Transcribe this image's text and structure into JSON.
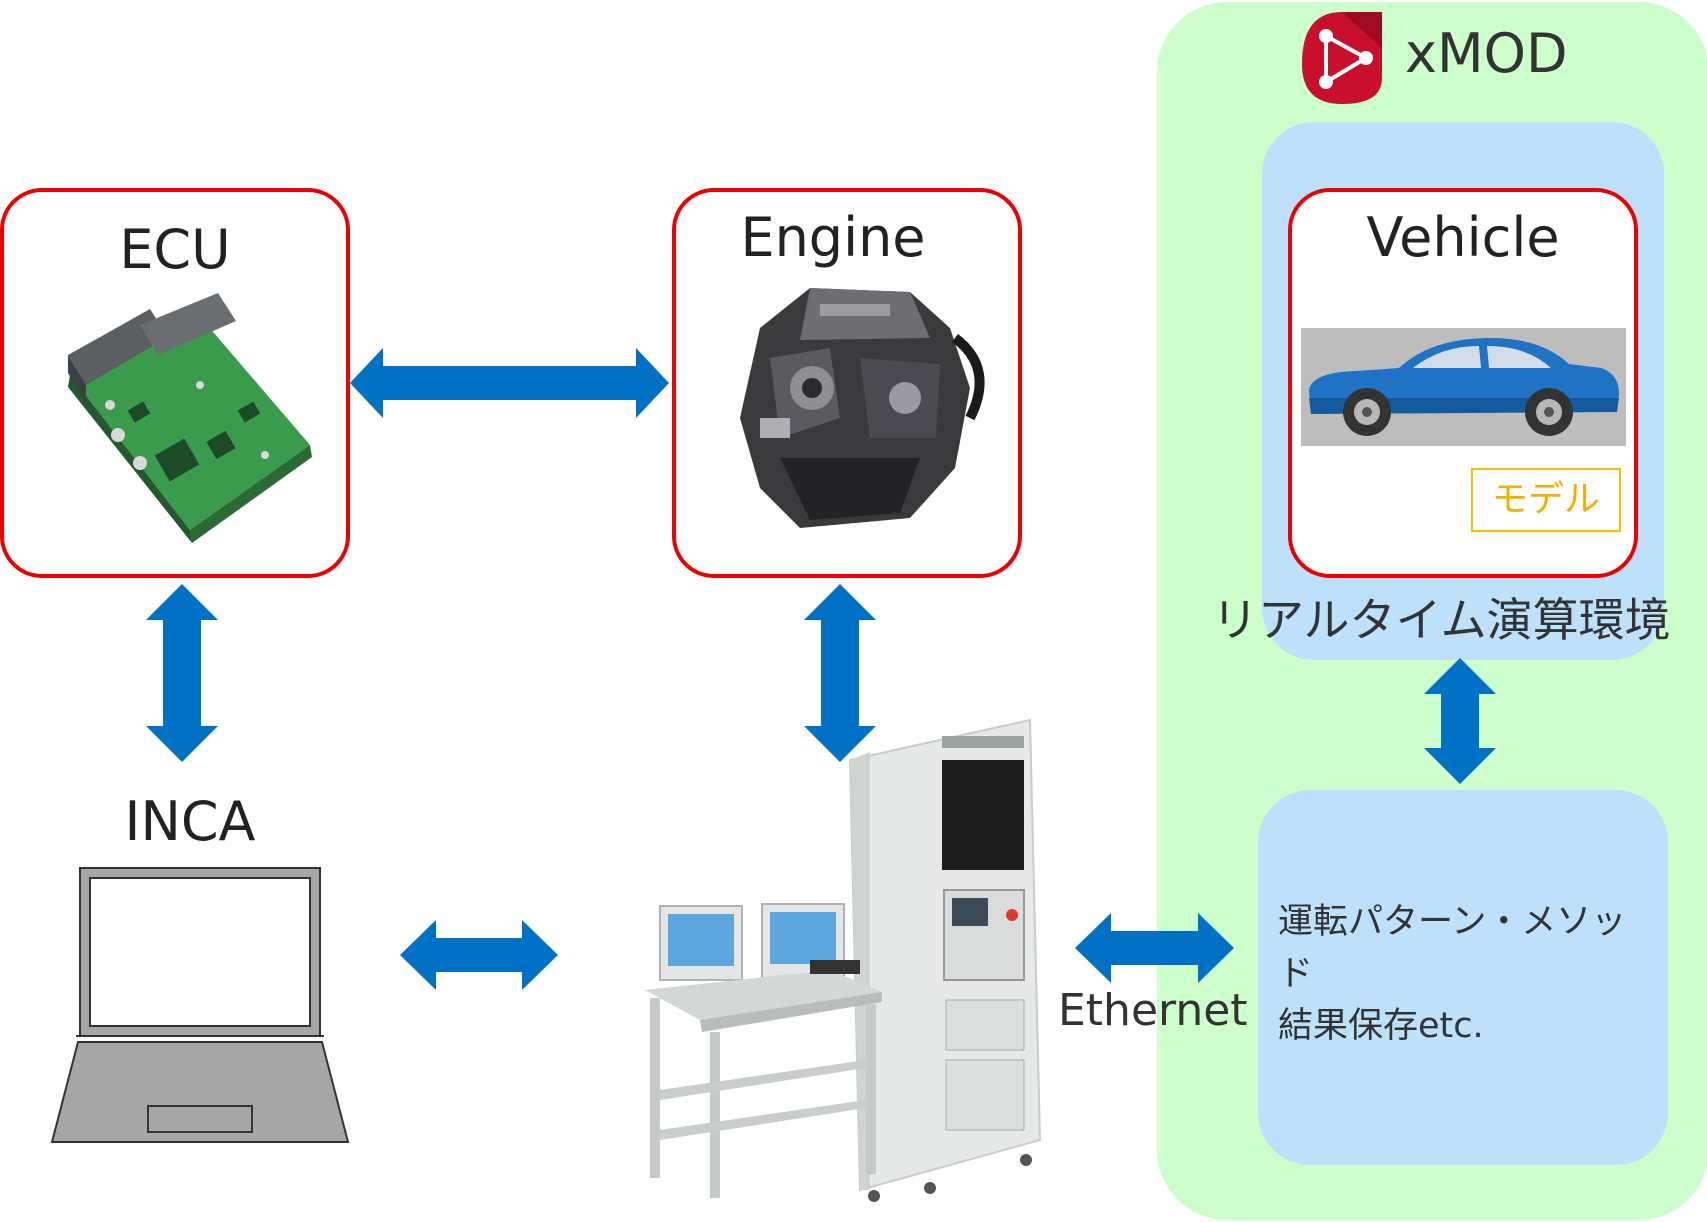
{
  "colors": {
    "arrow": "#0071c5",
    "box_border": "#ee0000",
    "green_panel": "#ccffcc",
    "blue_panel": "#bde0fb",
    "model_tag": "#f2c200",
    "brand_red": "#c8102e"
  },
  "xmod": {
    "logo_icon": "xmod-logo-icon",
    "label": "xMOD"
  },
  "nodes": {
    "ecu": {
      "label": "ECU",
      "icon": "ecu-board-icon"
    },
    "engine": {
      "label": "Engine",
      "icon": "engine-icon"
    },
    "vehicle": {
      "label": "Vehicle",
      "icon": "car-icon",
      "tag": "モデル"
    },
    "inca": {
      "label": "INCA",
      "icon": "laptop-icon"
    },
    "test_bench": {
      "icon": "test-bench-icon"
    }
  },
  "realtime_env": {
    "label": "リアルタイム演算環境"
  },
  "storage": {
    "lines": [
      "運転パターン・メソッド",
      "結果保存etc."
    ]
  },
  "links": {
    "ethernet": {
      "label": "Ethernet"
    }
  }
}
